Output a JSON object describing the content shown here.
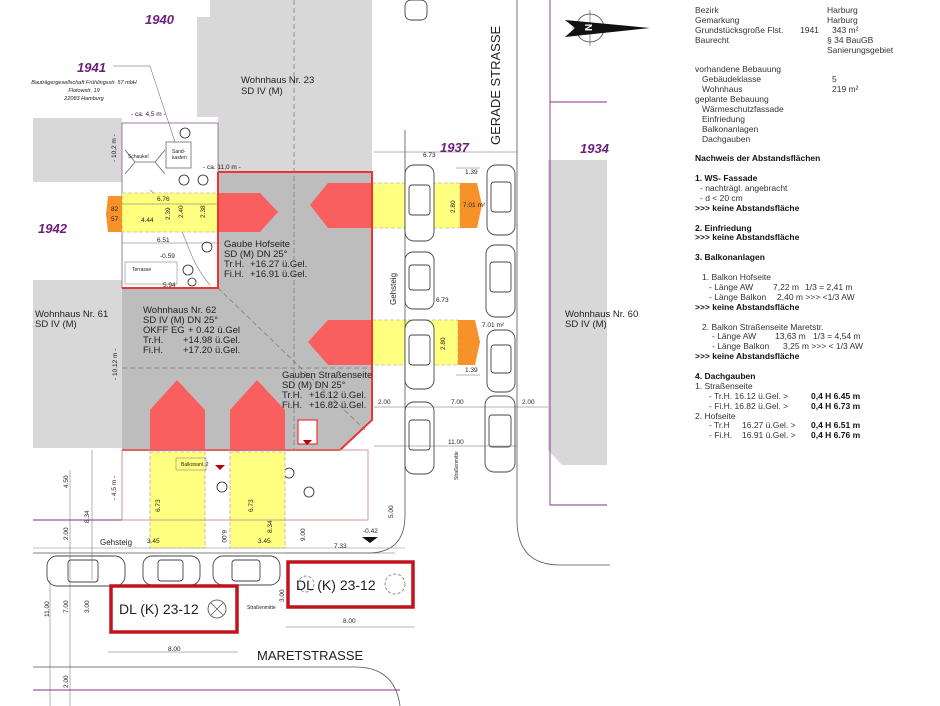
{
  "lots": {
    "l1940": "1940",
    "l1941": "1941",
    "l1942": "1942",
    "l1937": "1937",
    "l1934": "1934"
  },
  "owner": {
    "line1": "Bauträgergesellschaft Frühlingsstr. 57 mbH",
    "line2": "Flotowstr. 19",
    "line3": "22083 Hamburg"
  },
  "buildings": {
    "nr23": [
      "Wohnhaus Nr. 23",
      "SD IV (M)"
    ],
    "nr61": [
      "Wohnhaus Nr. 61",
      "SD IV (M)"
    ],
    "nr60": [
      "Wohnhaus Nr. 60",
      "SD IV (M)"
    ],
    "nr62": [
      "Wohnhaus Nr. 62",
      "SD IV (M) DN 25°",
      "OKFF EG",
      "+ 0.42 ü.Gel",
      "Tr.H.",
      "+14.98 ü.Gel.",
      "Fi.H.",
      "+17.20 ü.Gel."
    ],
    "gaube_hof": [
      "Gaube Hofseite",
      "SD (M) DN 25°",
      "Tr.H.",
      "+16.27 ü.Gel.",
      "Fi.H.",
      "+16.91 ü.Gel."
    ],
    "gauben_str": [
      "Gauben Straßenseite",
      "SD (M) DN 25°",
      "Tr.H.",
      "+16.12 ü.Gel.",
      "Fi.H.",
      "+16.82 ü.Gel."
    ]
  },
  "streets": {
    "gerade": "GERADE STRASSE",
    "maret": "MARETSTRASSE",
    "gehsteig": "Gehsteig",
    "strassenmitte": "Straßenmitte"
  },
  "courtyard": {
    "schaukel": "Schaukel",
    "sand1": "Sand-",
    "sand2": "kasten",
    "terrasse": "Terrasse",
    "balkon": "Balkonanl. 2"
  },
  "areas": {
    "a1": "7.01 m²",
    "a2": "7.01 m²"
  },
  "dims": {
    "ca45": "- ca. 4,5 m -",
    "d102": "- 10,2 m -",
    "ca110": "- ca. 11,0 m -",
    "d676": "6.76",
    "d444": "4.44",
    "d239": "2.39",
    "d240": "2.40",
    "d238": "2.38",
    "d651": "6.51",
    "d059": "-0.59",
    "d594": "5.94",
    "d82": "82",
    "d57": "57",
    "d673a": "6.73",
    "d139a": "1.39",
    "d280a": "2.80",
    "d673b": "6.73",
    "d280b": "2.80",
    "d139b": "1.39",
    "d200a": "2.00",
    "d700": "7.00",
    "d200b": "2.00",
    "d1100a": "11.00",
    "d1012": "- 10.12 m -",
    "d450": "4.50",
    "d45": "- 4,5 m -",
    "d834a": "8.34",
    "d200c": "2.00",
    "d673c": "6.73",
    "d673d": "6.73",
    "d345a": "3.45",
    "d345b": "3.45",
    "d834b": "8.34",
    "d900": "9.00",
    "d600": "6.00",
    "d733": "7.33",
    "d042": "-0.42",
    "d500": "5.00",
    "d1100b": "11.00",
    "d700b": "7.00",
    "d300": "3.00",
    "d800a": "8.00",
    "d800b": "8.00",
    "d200d": "2.00",
    "d300b": "3.00"
  },
  "labels": {
    "dl1": "DL (K) 23-12",
    "dl2": "DL (K) 23-12"
  },
  "north": {
    "letter": "N"
  },
  "info": {
    "bezirk": [
      "Bezirk",
      "Harburg"
    ],
    "gemarkung": [
      "Gemarkung",
      "Harburg"
    ],
    "grund": [
      "Grundstücksgroße Flst.",
      "1941",
      "343 m²"
    ],
    "baurecht": [
      "Baurecht",
      "§ 34 BauGB"
    ],
    "sanierung": "Sanierungsgebiet",
    "vorhanden": "vorhandene Bebauung",
    "gebklasse": [
      "Gebäudeklasse",
      "5"
    ],
    "wohnhaus": [
      "Wohnhaus",
      "219 m²"
    ],
    "geplant": "geplante Bebauung",
    "geplant_items": [
      "Wärmeschutzfassade",
      "Einfriedung",
      "Balkonanlagen",
      "Dachgauben"
    ],
    "nachweis": "Nachweis der Abstandsflächen",
    "ws": {
      "title": "1. WS- Fassade",
      "l1": "- nachträgl. angebracht",
      "l2": "- d < 20 cm",
      "res": ">>> keine Abstandsfläche"
    },
    "einfr": {
      "title": "2. Einfriedung",
      "res": ">>> keine Abstandsfläche"
    },
    "balkon": {
      "title": "3. Balkonanlagen",
      "b1": {
        "title": "1. Balkon Hofseite",
        "aw": [
          "- Länge AW",
          "7,22 m",
          "1/3 = 2,41 m"
        ],
        "lb": [
          "- Länge Balkon",
          "2,40 m >>> <1/3 AW"
        ],
        "res": ">>> keine Abstandsfläche"
      },
      "b2": {
        "title": "2. Balkon Straßenseite Maretstr.",
        "aw": [
          "- Länge AW",
          "13,63 m",
          "1/3 = 4,54 m"
        ],
        "lb": [
          "- Länge Balkon",
          "3,25 m >>> < 1/3 AW"
        ],
        "res": ">>> keine Abstandsfläche"
      }
    },
    "gauben": {
      "title": "4. Dachgauben",
      "s": {
        "title": "1. Straßenseite",
        "tr": [
          "- Tr.H. 16.12 ü.Gel. >",
          "0,4 H 6.45 m"
        ],
        "fi": [
          "- Fi.H. 16.82 ü.Gel. >",
          "0,4 H 6.73 m"
        ]
      },
      "h": {
        "title": "2. Hofseite",
        "tr": [
          "- Tr.H",
          "16.27 ü.Gel. >",
          "0,4 H 6.51 m"
        ],
        "fi": [
          "- Fi.H.",
          "16.91 ü.Gel. >",
          "0,4 H 6.76 m"
        ]
      }
    }
  }
}
